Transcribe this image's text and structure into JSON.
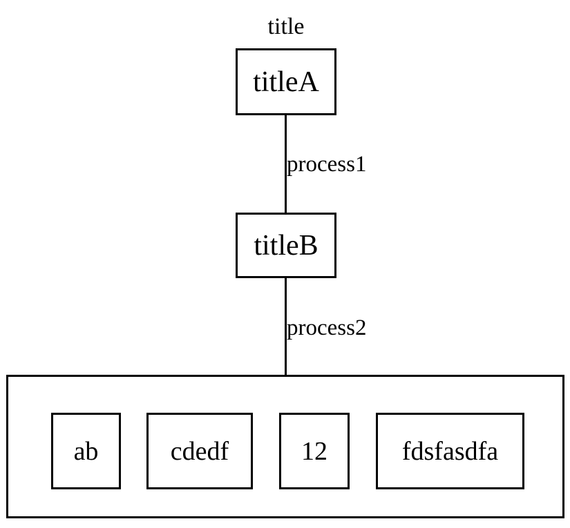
{
  "diagram": {
    "title": "title",
    "nodes": [
      {
        "id": "titleA",
        "label": "titleA"
      },
      {
        "id": "titleB",
        "label": "titleB"
      }
    ],
    "edges": [
      {
        "id": "edge1",
        "label": "process1",
        "from": "titleA",
        "to": "titleB"
      },
      {
        "id": "edge2",
        "label": "process2",
        "from": "titleB",
        "to": "group"
      }
    ],
    "group": {
      "id": "group",
      "children": [
        {
          "label": "ab"
        },
        {
          "label": "cdedf"
        },
        {
          "label": "12"
        },
        {
          "label": "fdsfasdfa"
        }
      ]
    },
    "colors": {
      "stroke": "#000000",
      "fill": "#ffffff",
      "text": "#000000"
    }
  }
}
